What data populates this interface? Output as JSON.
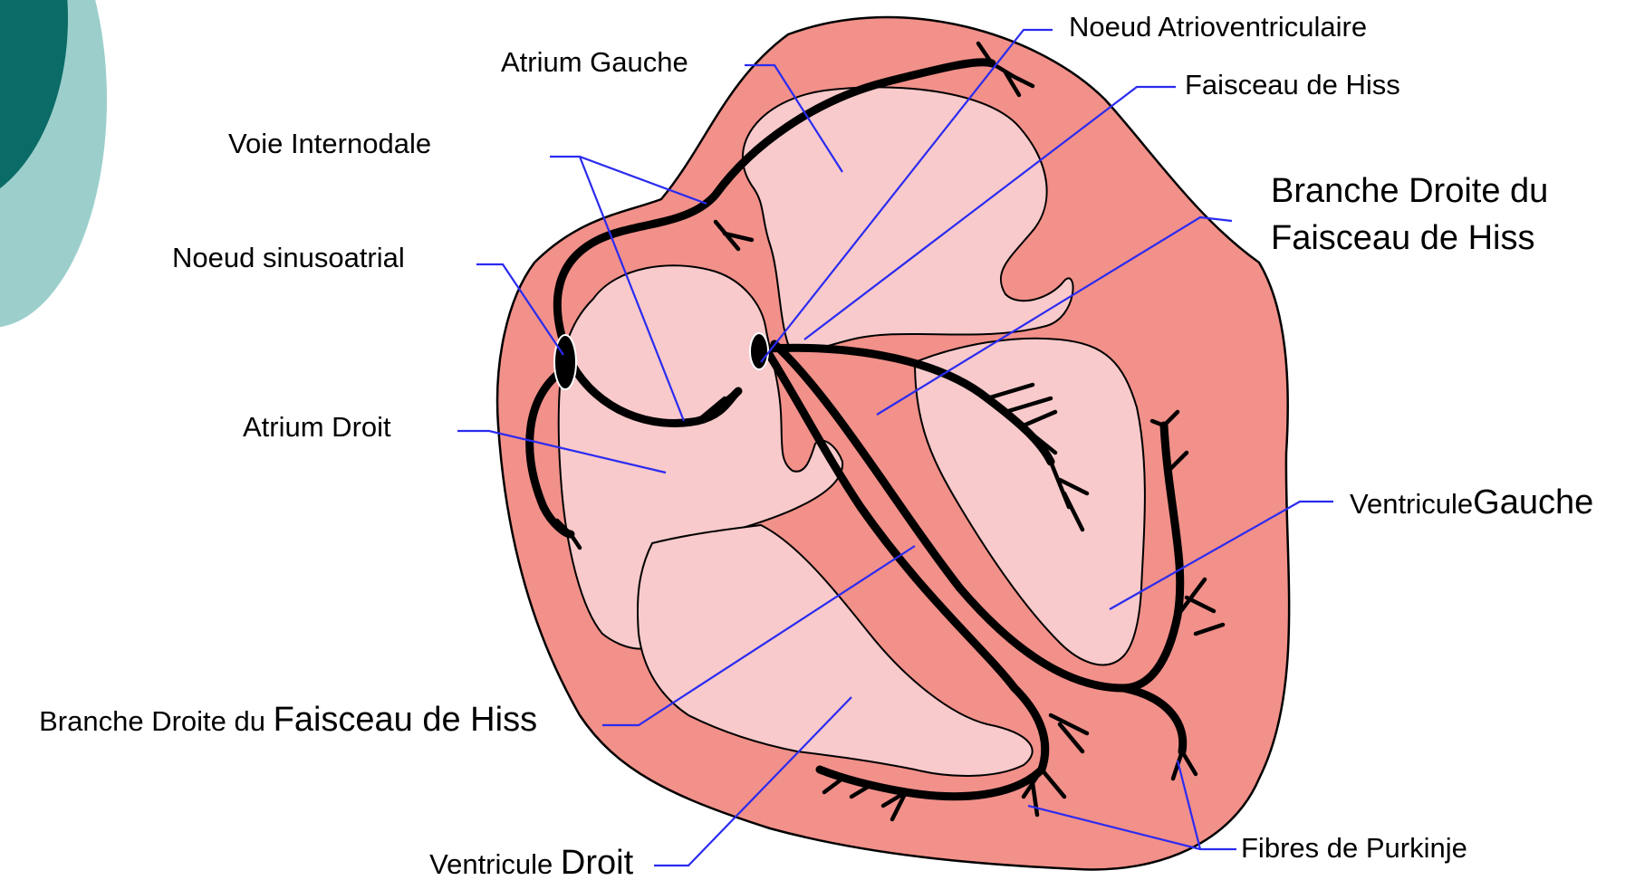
{
  "labels": {
    "noeud_av": "Noeud Atrioventriculaire",
    "atrium_gauche": "Atrium Gauche",
    "faisceau_his": "Faisceau de Hiss",
    "voie_internodale": "Voie Internodale",
    "branche_droite_1": "Branche Droite du",
    "branche_droite_2": "Faisceau de Hiss",
    "noeud_sa": "Noeud sinusoatrial",
    "atrium_droit": "Atrium Droit",
    "ventricule_gauche_small": "Ventricule",
    "ventricule_gauche_big": "Gauche",
    "branche_droite_bottom_small": "Branche Droite du ",
    "branche_droite_bottom_big": "Faisceau de Hiss",
    "ventricule_droit_small": "Ventricule ",
    "ventricule_droit_big": "Droit",
    "fibres_purkinje": "Fibres de Purkinje"
  },
  "colors": {
    "heart_wall": "#f2908a",
    "chamber": "#f8cacb",
    "leader": "#2b2bf0",
    "deco_dark": "#0b6b66",
    "deco_light": "#9ccfcc"
  }
}
